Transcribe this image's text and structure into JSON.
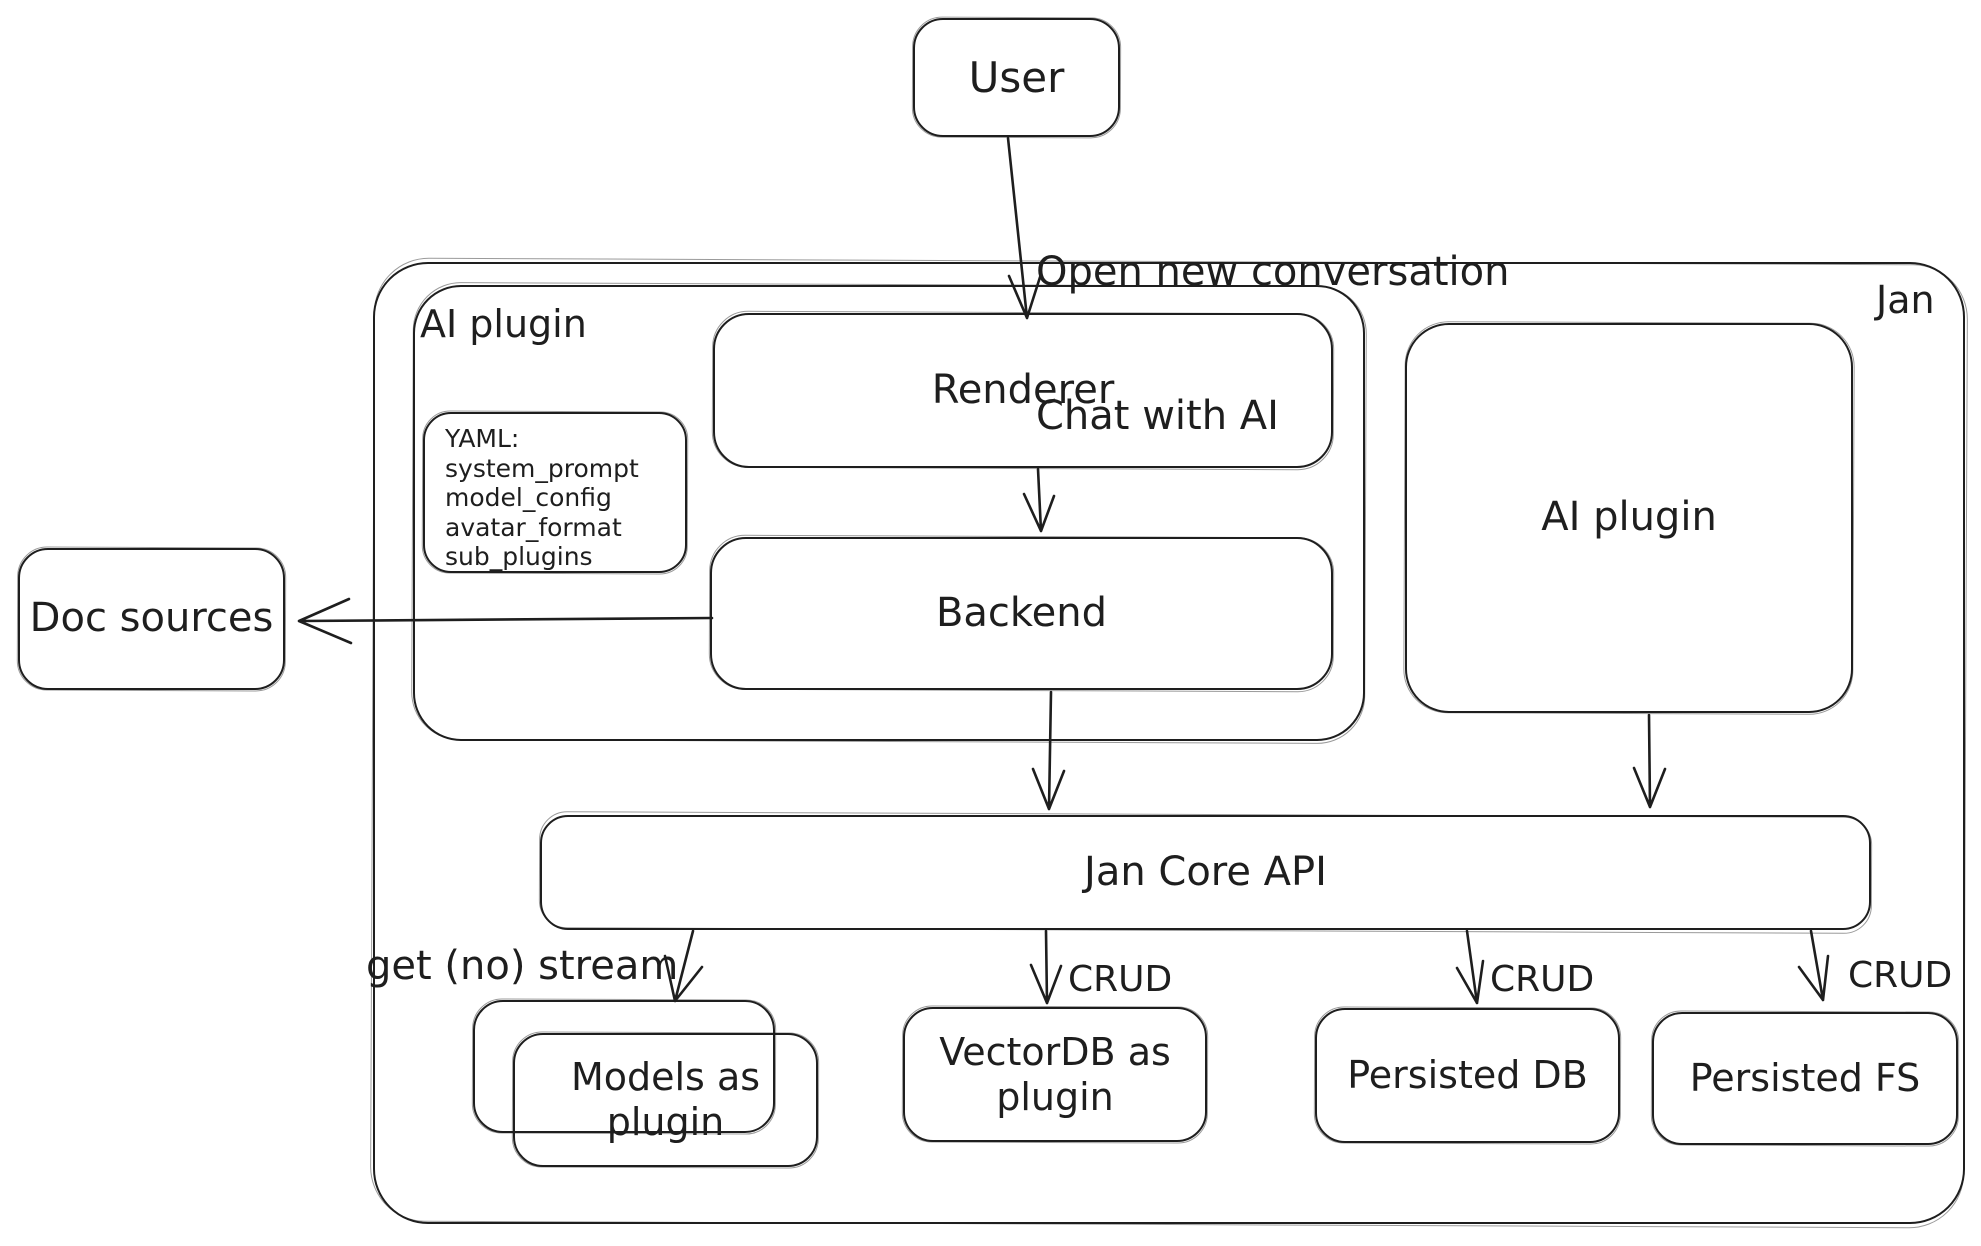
{
  "diagram": {
    "container_label": "Jan",
    "nodes": {
      "user": {
        "label": "User"
      },
      "ai_plugin_group": {
        "label": "AI plugin"
      },
      "renderer": {
        "label": "Renderer"
      },
      "backend": {
        "label": "Backend"
      },
      "yaml_note": {
        "lines": [
          "YAML:",
          "system_prompt",
          "model_config",
          "avatar_format",
          "sub_plugins"
        ]
      },
      "doc_sources": {
        "label": "Doc sources"
      },
      "ai_plugin": {
        "label": "AI plugin"
      },
      "jan_core_api": {
        "label": "Jan Core API"
      },
      "models": {
        "label_line1": "Models as",
        "label_line2": "plugin"
      },
      "vectordb": {
        "label_line1": "VectorDB as",
        "label_line2": "plugin"
      },
      "persisted_db": {
        "label": "Persisted DB"
      },
      "persisted_fs": {
        "label": "Persisted FS"
      }
    },
    "edges": {
      "user_to_renderer": {
        "label_line1": "Open new conversation",
        "label_line2": "Chat with AI"
      },
      "core_to_models": {
        "label": "get (no) stream"
      },
      "core_to_vectordb": {
        "label": "CRUD"
      },
      "core_to_persisted_db": {
        "label": "CRUD"
      },
      "core_to_persisted_fs": {
        "label": "CRUD"
      }
    },
    "colors": {
      "stroke": "#1e1e1e",
      "background": "#ffffff"
    }
  }
}
